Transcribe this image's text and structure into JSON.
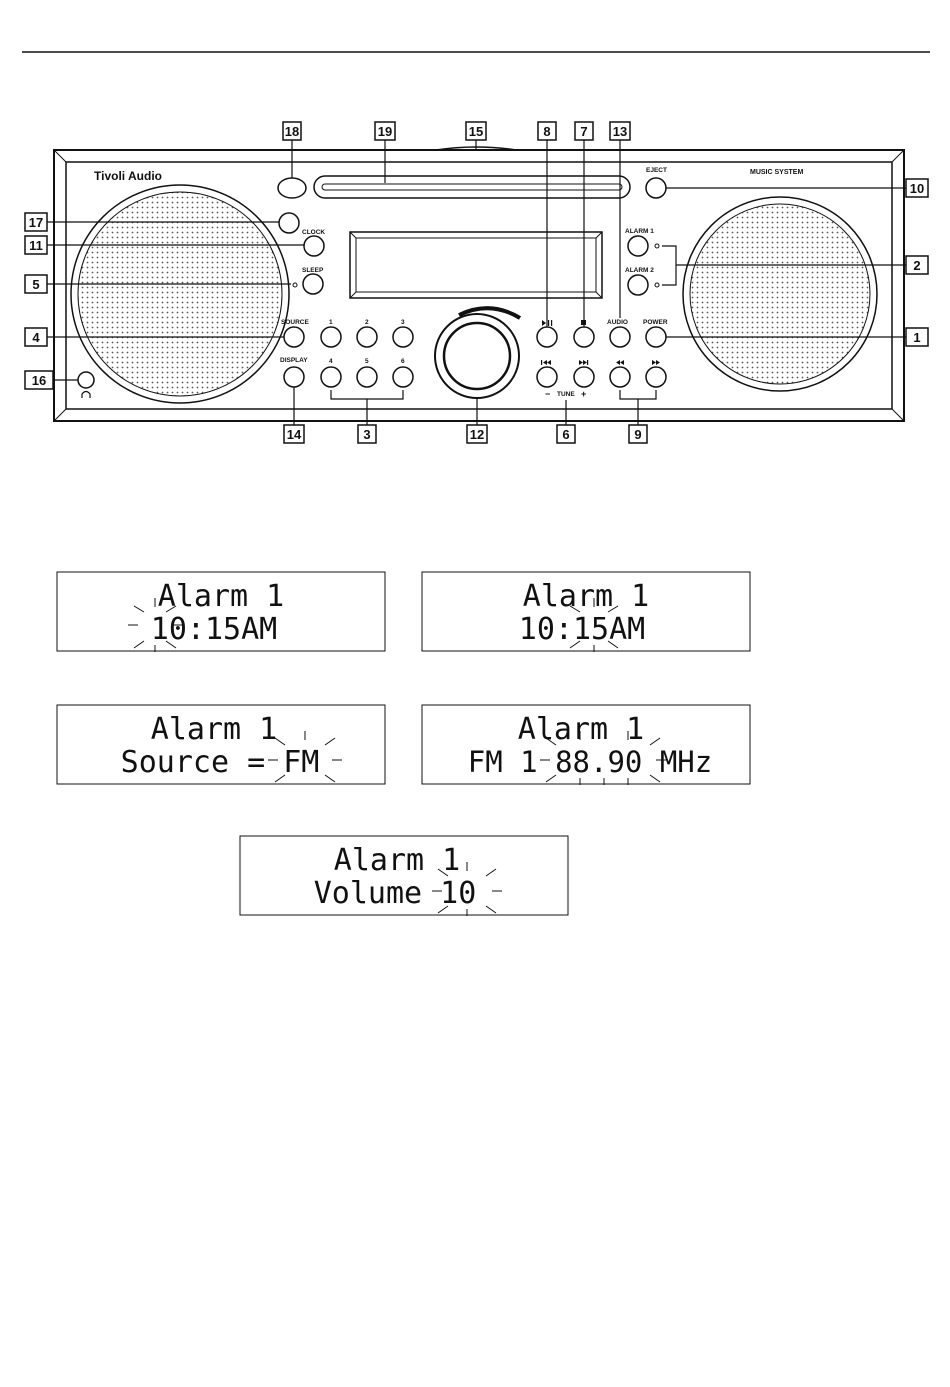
{
  "device": {
    "brand": "Tivoli Audio",
    "model": "MUSIC SYSTEM",
    "buttons": {
      "eject": "EJECT",
      "clock": "CLOCK",
      "sleep": "SLEEP",
      "source": "SOURCE",
      "display": "DISPLAY",
      "alarm1": "ALARM 1",
      "alarm2": "ALARM 2",
      "audio": "AUDIO",
      "power": "POWER",
      "presets": [
        "1",
        "2",
        "3",
        "4",
        "5",
        "6"
      ],
      "play_pause_icon": "play-pause-icon",
      "stop_icon": "stop-icon",
      "prev_icon": "skip-back-icon",
      "next_icon": "skip-forward-icon",
      "rew_icon": "rewind-icon",
      "ffw_icon": "fast-forward-icon",
      "tune": "TUNE",
      "tune_minus": "−",
      "tune_plus": "+"
    }
  },
  "callouts": {
    "n1": "1",
    "n2": "2",
    "n3": "3",
    "n4": "4",
    "n5": "5",
    "n6": "6",
    "n7": "7",
    "n8": "8",
    "n9": "9",
    "n10": "10",
    "n11": "11",
    "n12": "12",
    "n13": "13",
    "n14": "14",
    "n15": "15",
    "n16": "16",
    "n17": "17",
    "n18": "18",
    "n19": "19"
  },
  "displays": [
    {
      "line1": "Alarm 1",
      "line2": "10:15AM",
      "blink": "hour"
    },
    {
      "line1": "Alarm 1",
      "line2": "10:15AM",
      "blink": "minute"
    },
    {
      "line1": "Alarm 1",
      "line2": "Source = FM",
      "blink": "FM"
    },
    {
      "line1": "Alarm 1",
      "line2": "FM 1  88.90 MHz",
      "blink": "88.90"
    },
    {
      "line1": "Alarm 1",
      "line2": "Volume 10",
      "blink": "10"
    }
  ],
  "colors": {
    "ink": "#111111",
    "paper": "#ffffff"
  }
}
